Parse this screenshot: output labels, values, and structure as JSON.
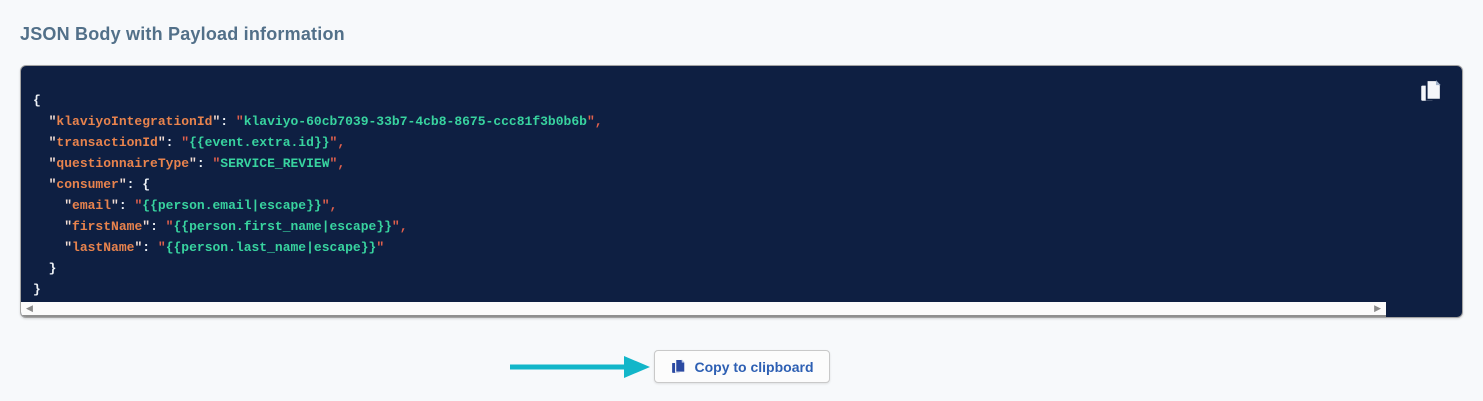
{
  "header": {
    "title": "JSON Body with Payload information",
    "color": "#527089"
  },
  "code_panel": {
    "background": "#0e1f42",
    "border_color": "#a3a3a3",
    "copy_icon": "copy-pages-icon",
    "colors": {
      "punctuation": "#edf1f6",
      "key": "#e8834d",
      "key_quote": "#f2ddd4",
      "string": "#38d39f",
      "string_quote": "#e2614d"
    },
    "lines": [
      [
        [
          "pu",
          "{"
        ]
      ],
      [
        [
          "tx",
          "  "
        ],
        [
          "kq",
          "\""
        ],
        [
          "k",
          "klaviyoIntegrationId"
        ],
        [
          "kq",
          "\""
        ],
        [
          "pu",
          ": "
        ],
        [
          "sq",
          "\""
        ],
        [
          "s",
          "klaviyo-60cb7039-33b7-4cb8-8675-ccc81f3b0b6b"
        ],
        [
          "sq",
          "\""
        ],
        [
          "cm",
          ","
        ]
      ],
      [
        [
          "tx",
          "  "
        ],
        [
          "kq",
          "\""
        ],
        [
          "k",
          "transactionId"
        ],
        [
          "kq",
          "\""
        ],
        [
          "pu",
          ": "
        ],
        [
          "sq",
          "\""
        ],
        [
          "s",
          "{{event.extra.id}}"
        ],
        [
          "sq",
          "\""
        ],
        [
          "cm",
          ","
        ]
      ],
      [
        [
          "tx",
          "  "
        ],
        [
          "kq",
          "\""
        ],
        [
          "k",
          "questionnaireType"
        ],
        [
          "kq",
          "\""
        ],
        [
          "pu",
          ": "
        ],
        [
          "sq",
          "\""
        ],
        [
          "s",
          "SERVICE_REVIEW"
        ],
        [
          "sq",
          "\""
        ],
        [
          "cm",
          ","
        ]
      ],
      [
        [
          "tx",
          "  "
        ],
        [
          "kq",
          "\""
        ],
        [
          "k",
          "consumer"
        ],
        [
          "kq",
          "\""
        ],
        [
          "pu",
          ": {"
        ]
      ],
      [
        [
          "tx",
          "    "
        ],
        [
          "kq",
          "\""
        ],
        [
          "k",
          "email"
        ],
        [
          "kq",
          "\""
        ],
        [
          "pu",
          ": "
        ],
        [
          "sq",
          "\""
        ],
        [
          "s",
          "{{person.email|escape}}"
        ],
        [
          "sq",
          "\""
        ],
        [
          "cm",
          ","
        ]
      ],
      [
        [
          "tx",
          "    "
        ],
        [
          "kq",
          "\""
        ],
        [
          "k",
          "firstName"
        ],
        [
          "kq",
          "\""
        ],
        [
          "pu",
          ": "
        ],
        [
          "sq",
          "\""
        ],
        [
          "s",
          "{{person.first_name|escape}}"
        ],
        [
          "sq",
          "\""
        ],
        [
          "cm",
          ","
        ]
      ],
      [
        [
          "tx",
          "    "
        ],
        [
          "kq",
          "\""
        ],
        [
          "k",
          "lastName"
        ],
        [
          "kq",
          "\""
        ],
        [
          "pu",
          ": "
        ],
        [
          "sq",
          "\""
        ],
        [
          "s",
          "{{person.last_name|escape}}"
        ],
        [
          "sq",
          "\""
        ]
      ],
      [
        [
          "tx",
          "  "
        ],
        [
          "pu",
          "}"
        ]
      ],
      [
        [
          "pu",
          "}"
        ]
      ]
    ],
    "scrollbar": {
      "left_arrow": "◀",
      "right_arrow": "▶"
    }
  },
  "footer": {
    "arrow_color": "#12b6c9",
    "button": {
      "label": "Copy to clipboard",
      "text_color": "#2d5fb3",
      "icon": "copy-pages-icon",
      "icon_color": "#2b4aa2"
    }
  }
}
